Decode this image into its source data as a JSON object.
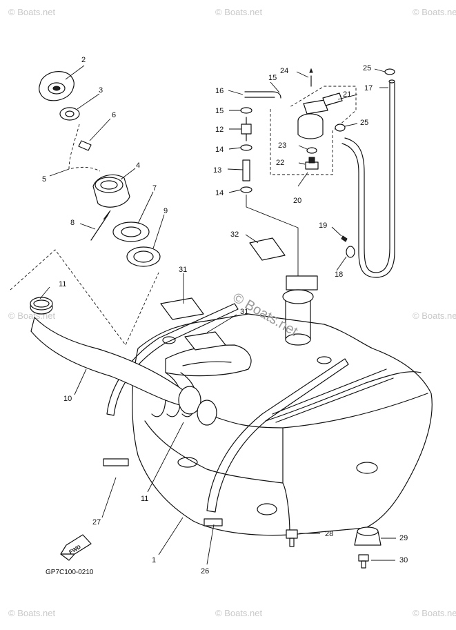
{
  "watermark": {
    "text": "© Boats.net",
    "center_text": "© Boats.net"
  },
  "diagram_code": "GP7C100-0210",
  "fwd_label": "FWD",
  "callouts": {
    "c1": "1",
    "c2": "2",
    "c3": "3",
    "c4": "4",
    "c5": "5",
    "c6": "6",
    "c7": "7",
    "c8": "8",
    "c9": "9",
    "c10": "10",
    "c11a": "11",
    "c11b": "11",
    "c12": "12",
    "c13": "13",
    "c14a": "14",
    "c14b": "14",
    "c15a": "15",
    "c15b": "15",
    "c16": "16",
    "c17": "17",
    "c18": "18",
    "c19": "19",
    "c20": "20",
    "c21": "21",
    "c22": "22",
    "c23": "23",
    "c24": "24",
    "c25a": "25",
    "c25b": "25",
    "c26": "26",
    "c27": "27",
    "c28": "28",
    "c29": "29",
    "c30": "30",
    "c31a": "31",
    "c31b": "31",
    "c32": "32"
  }
}
